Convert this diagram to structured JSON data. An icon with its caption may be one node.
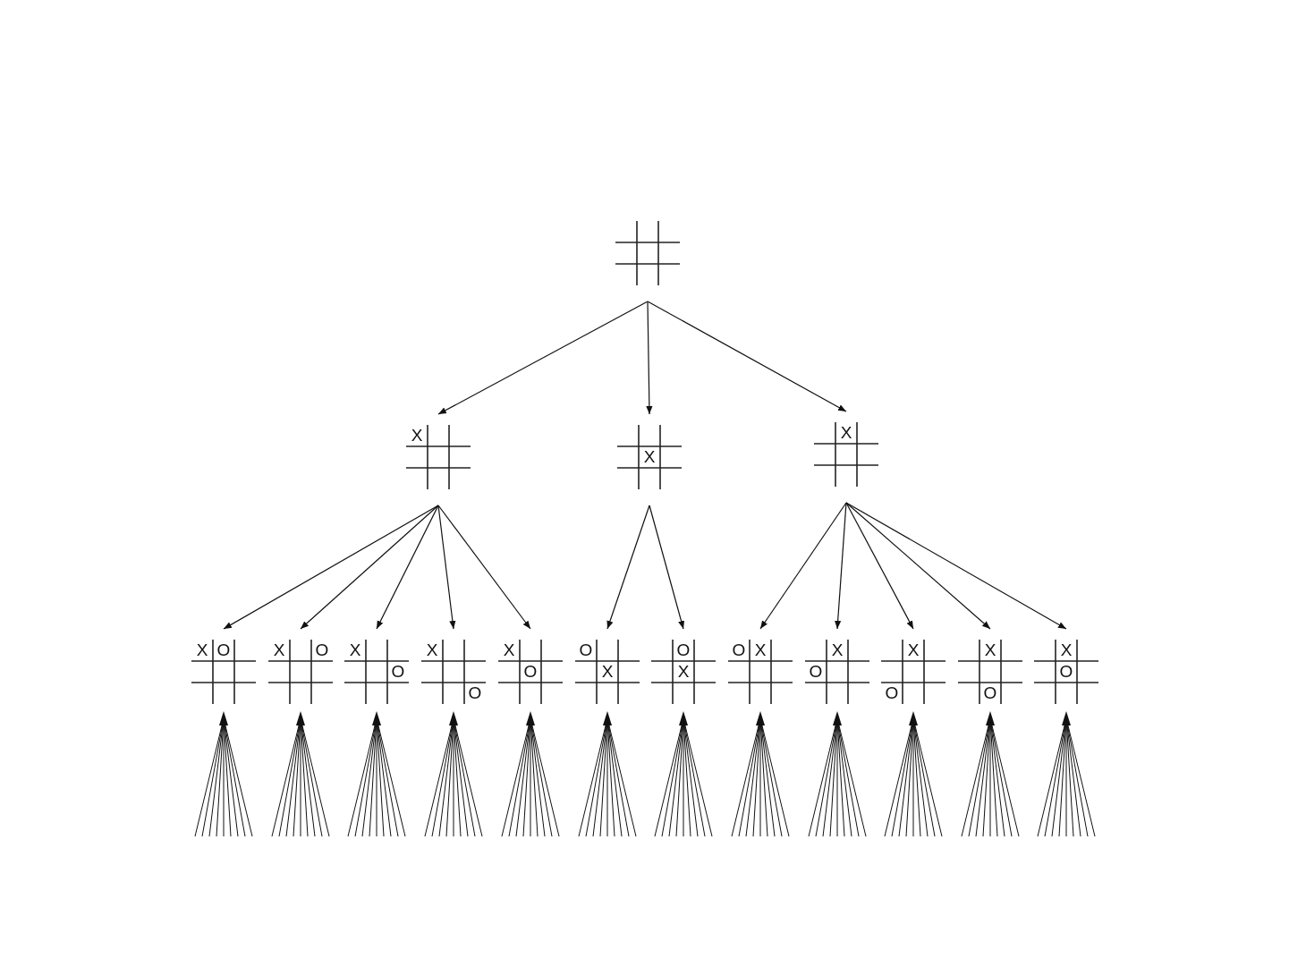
{
  "diagram": {
    "nodes": [
      {
        "text": [],
        "shape": "grid"
      },
      {
        "text": [
          "X"
        ]
      },
      {
        "text": [
          "X"
        ]
      },
      {
        "text": [
          "X"
        ]
      },
      {
        "text": [
          "X",
          "O"
        ]
      },
      {
        "text": [
          "X",
          "O"
        ]
      },
      {
        "text": [
          "X",
          "O"
        ]
      },
      {
        "text": [
          "X",
          "O"
        ]
      },
      {
        "text": [
          "X",
          "O"
        ]
      },
      {
        "text": [
          "O",
          "X"
        ]
      },
      {
        "text": [
          "O",
          "X"
        ]
      },
      {
        "text": [
          "O",
          "X"
        ]
      },
      {
        "text": [
          "X",
          "O"
        ]
      },
      {
        "text": [
          "X",
          "O"
        ]
      },
      {
        "text": [
          "X",
          "O"
        ]
      },
      {
        "text": [
          "X",
          "O"
        ]
      }
    ],
    "edges": [
      {
        "from": 0,
        "to": 1,
        "arrow": "to"
      },
      {
        "from": 0,
        "to": 2,
        "arrow": "to"
      },
      {
        "from": 0,
        "to": 3,
        "arrow": "to"
      },
      {
        "from": 1,
        "to": 4,
        "arrow": "to"
      },
      {
        "from": 1,
        "to": 5,
        "arrow": "to"
      },
      {
        "from": 1,
        "to": 6,
        "arrow": "to"
      },
      {
        "from": 1,
        "to": 7,
        "arrow": "to"
      },
      {
        "from": 1,
        "to": 8,
        "arrow": "to"
      },
      {
        "from": 2,
        "to": 9,
        "arrow": "to"
      },
      {
        "from": 2,
        "to": 10,
        "arrow": "to"
      },
      {
        "from": 3,
        "to": 11,
        "arrow": "to"
      },
      {
        "from": 3,
        "to": 12,
        "arrow": "to"
      },
      {
        "from": 3,
        "to": 13,
        "arrow": "to"
      },
      {
        "from": 3,
        "to": 14,
        "arrow": "to"
      },
      {
        "from": 3,
        "to": 15,
        "arrow": "to"
      }
    ]
  }
}
